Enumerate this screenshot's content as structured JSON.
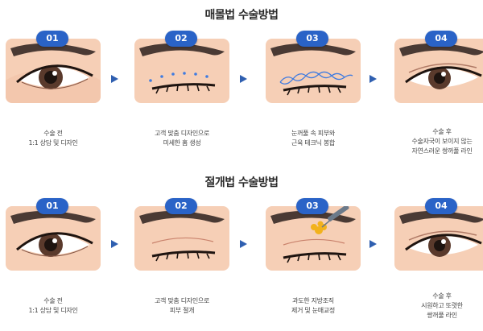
{
  "sections": [
    {
      "title": "매몰법 수술방법",
      "steps": [
        {
          "number": "01",
          "lines": [
            "수술 전",
            "1:1 상담 및 디자인"
          ]
        },
        {
          "number": "02",
          "lines": [
            "고객 맞춤 디자인으로",
            "미세한 홈 생성"
          ]
        },
        {
          "number": "03",
          "lines": [
            "눈꺼풀 속 피부와",
            "근육 테크닉 봉합"
          ]
        },
        {
          "number": "04",
          "lines": [
            "수술 후",
            "수술자국이 보이지 않는",
            "자연스러운 쌍꺼풀 라인"
          ]
        }
      ]
    },
    {
      "title": "절개법 수술방법",
      "steps": [
        {
          "number": "01",
          "lines": [
            "수술 전",
            "1:1 상담 및 디자인"
          ]
        },
        {
          "number": "02",
          "lines": [
            "고객 맞춤 디자인으로",
            "피부 절개"
          ]
        },
        {
          "number": "03",
          "lines": [
            "과도한 지방조직",
            "제거 및 눈매교정"
          ]
        },
        {
          "number": "04",
          "lines": [
            "수술 후",
            "시원하고 또렷한",
            "쌍꺼풀 라인"
          ]
        }
      ]
    }
  ],
  "colors": {
    "badge": "#2a63c7",
    "arrow": "#2f5fb0",
    "skin": "#f5cdb4",
    "brow": "#4a3a34"
  }
}
